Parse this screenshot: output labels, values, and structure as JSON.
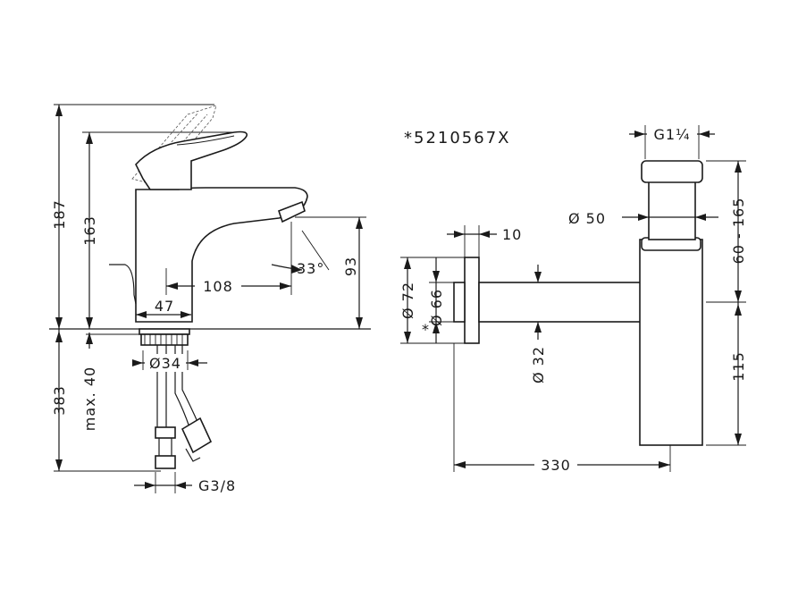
{
  "part_number": "*5210567X",
  "faucet": {
    "height_total": "187",
    "height_lever": "163",
    "below_counter": "383",
    "max_thickness": "max. 40",
    "spout_reach": "108",
    "spout_offset": "47",
    "spout_height": "93",
    "angle": "33°",
    "hole_diameter": "Ø34",
    "connection": "G3/8"
  },
  "trap": {
    "thread": "G1¼",
    "pipe_outer": "Ø 50",
    "flange_depth": "10",
    "flange_outer": "Ø 72",
    "flange_inner": "Ø 66",
    "marker": "*",
    "tube_diameter": "Ø 32",
    "length": "330",
    "height_range": "60 - 165",
    "body_height": "115"
  }
}
